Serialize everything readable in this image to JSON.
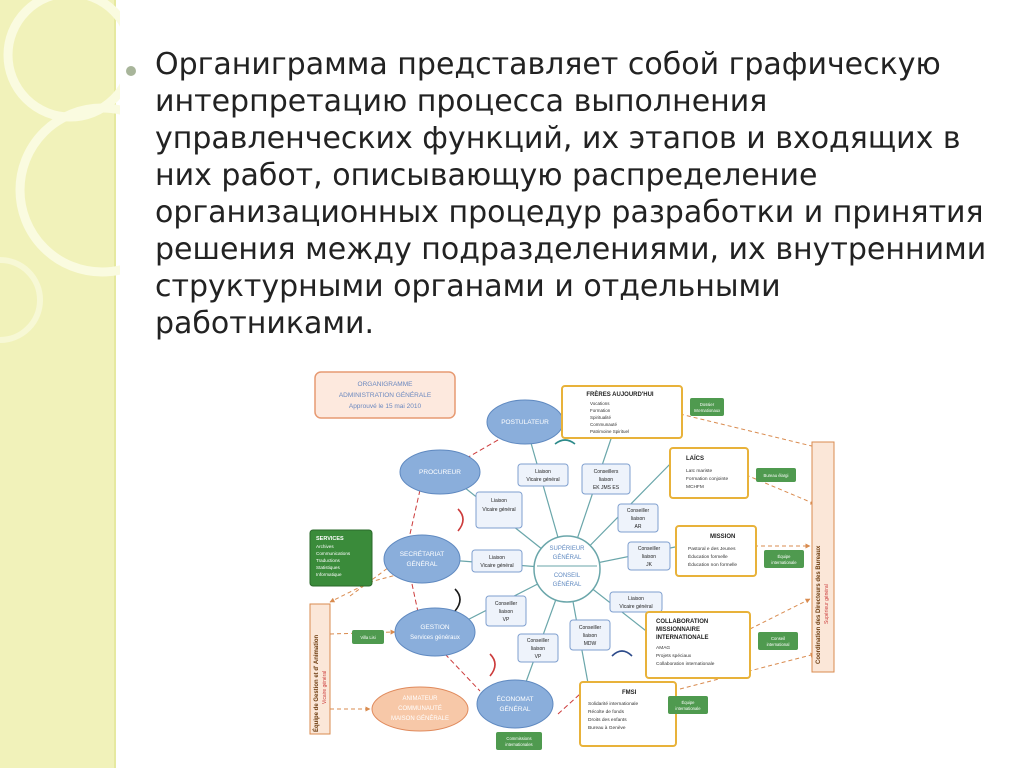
{
  "slide": {
    "body": "Органиграмма представляет собой графическую интерпретацию процесса выполнения управленческих функций, их этапов и входящих в них работ, описывающую распределение организационных процедур разработки и принятия решения между подразделениями, их внутренними структурными органами и отдельными работниками."
  },
  "diagram": {
    "title": [
      "ORGANIGRAMME",
      "ADMINISTRATION GÉNÉRALE",
      "Approuvé le 15 mai 2010"
    ],
    "center": [
      "SUPÉRIEUR",
      "GÉNÉRAL",
      "CONSEIL",
      "GÉNÉRAL"
    ],
    "ellipses": {
      "postulateur": [
        "POSTULATEUR"
      ],
      "procureur": [
        "PROCUREUR"
      ],
      "secretariat": [
        "SECRÉTARIAT",
        "GÉNÉRAL"
      ],
      "gestion": [
        "GESTION",
        "Services généraux"
      ],
      "economat": [
        "ÉCONOMAT",
        "GÉNÉRAL"
      ],
      "animateur": [
        "ANIMATEUR",
        "COMMUNAUTÉ",
        "MAISON GÉNÉRALE"
      ]
    },
    "liaisons": {
      "l1": [
        "Liaison",
        "Vicaire général"
      ],
      "l2": [
        "Conseillers",
        "liaison",
        "EK  JMS  ES"
      ],
      "l3": [
        "Liaison",
        "Vicaire général"
      ],
      "l4": [
        "Conseiller",
        "liaison",
        "AR"
      ],
      "l5": [
        "Liaison",
        "Vicaire général"
      ],
      "l6": [
        "Conseiller",
        "liaison",
        "JK"
      ],
      "l7": [
        "Conseiller",
        "liaison",
        "VP"
      ],
      "l8": [
        "Liaison",
        "Vicaire général"
      ],
      "l9": [
        "Conseiller",
        "liaison",
        "MDW"
      ],
      "l10": [
        "Conseiller",
        "liaison",
        "VP"
      ]
    },
    "right_boxes": {
      "freres": [
        "FRÈRES AUJOURD'HUI",
        "Vocations",
        "Formation",
        "Spiritualité",
        "Communauté",
        "Patrimoine Spirituel"
      ],
      "laics": [
        "LAÏCS",
        "Laïc mariste",
        "Formation conjointe",
        "MCHFM"
      ],
      "mission": [
        "MISSION",
        "Pastoral e des Jeunes",
        "Éducation formelle",
        "Éducation non formelle"
      ],
      "collab": [
        "COLLABORATION",
        "MISSIONNAIRE",
        "INTERNATIONALE",
        "AMAG",
        "Projets spéciaux",
        "Collaboration internationale"
      ],
      "fmsi": [
        "FMSI",
        "Solidarité internationale",
        "Récolte de fonds",
        "Droits des enfants",
        "Bureau à Genève"
      ]
    },
    "services": [
      "SERVICES",
      "Archives",
      "Communications",
      "Traductions",
      "Statistiques",
      "Informatique"
    ],
    "tags": {
      "dossiers": [
        "Dossier",
        "Internationaux"
      ],
      "bureau_elargi": [
        "Bureau élargi"
      ],
      "equipe_inter_1": [
        "Équipe",
        "internationale"
      ],
      "conseil_inter": [
        "Conseil",
        "international"
      ],
      "equipe_inter_2": [
        "Équipe",
        "internationale"
      ],
      "villa_lisi": [
        "Villa Lisi"
      ],
      "commissions": [
        "Commissions",
        "internationales"
      ]
    },
    "side_left": [
      "Équipe de Gestion et d' Animation",
      "Vicaire général"
    ],
    "side_right": [
      "Coordination des Directeurs des Bureaux",
      "Supérieur général"
    ]
  }
}
